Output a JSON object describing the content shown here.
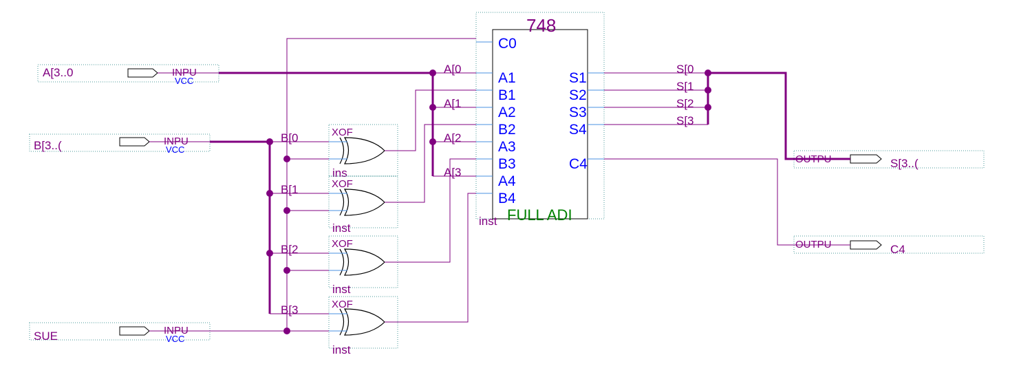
{
  "inputs": [
    {
      "name": "A[3..0",
      "type": "INPU",
      "vcc": "VCC"
    },
    {
      "name": "B[3..(",
      "type": "INPU",
      "vcc": "VCC"
    },
    {
      "name": "SUE",
      "type": "INPU",
      "vcc": "VCC"
    }
  ],
  "outputs": [
    {
      "name": "S[3..(",
      "type": "OUTPU"
    },
    {
      "name": "C4",
      "type": "OUTPU"
    }
  ],
  "adder": {
    "part": "748",
    "name": "FULL ADI",
    "inst": "inst",
    "left_pins": [
      "C0",
      "A1",
      "B1",
      "A2",
      "B2",
      "A3",
      "B3",
      "A4",
      "B4"
    ],
    "right_pins": [
      "S1",
      "S2",
      "S3",
      "S4",
      "C4"
    ]
  },
  "xor_gates": [
    {
      "title": "XOF",
      "inst": "ins"
    },
    {
      "title": "XOF",
      "inst": "inst"
    },
    {
      "title": "XOF",
      "inst": "inst"
    },
    {
      "title": "XOF",
      "inst": "inst"
    }
  ],
  "nets": {
    "a": [
      "A[0",
      "A[1",
      "A[2",
      "A[3"
    ],
    "b": [
      "B[0",
      "B[1",
      "B[2",
      "B[3"
    ],
    "s": [
      "S[0",
      "S[1",
      "S[2",
      "S[3"
    ]
  },
  "colors": {
    "wire": "#800080",
    "pin_text": "#0000ff",
    "block_name": "#008000",
    "frame": "#4a9a9a"
  }
}
